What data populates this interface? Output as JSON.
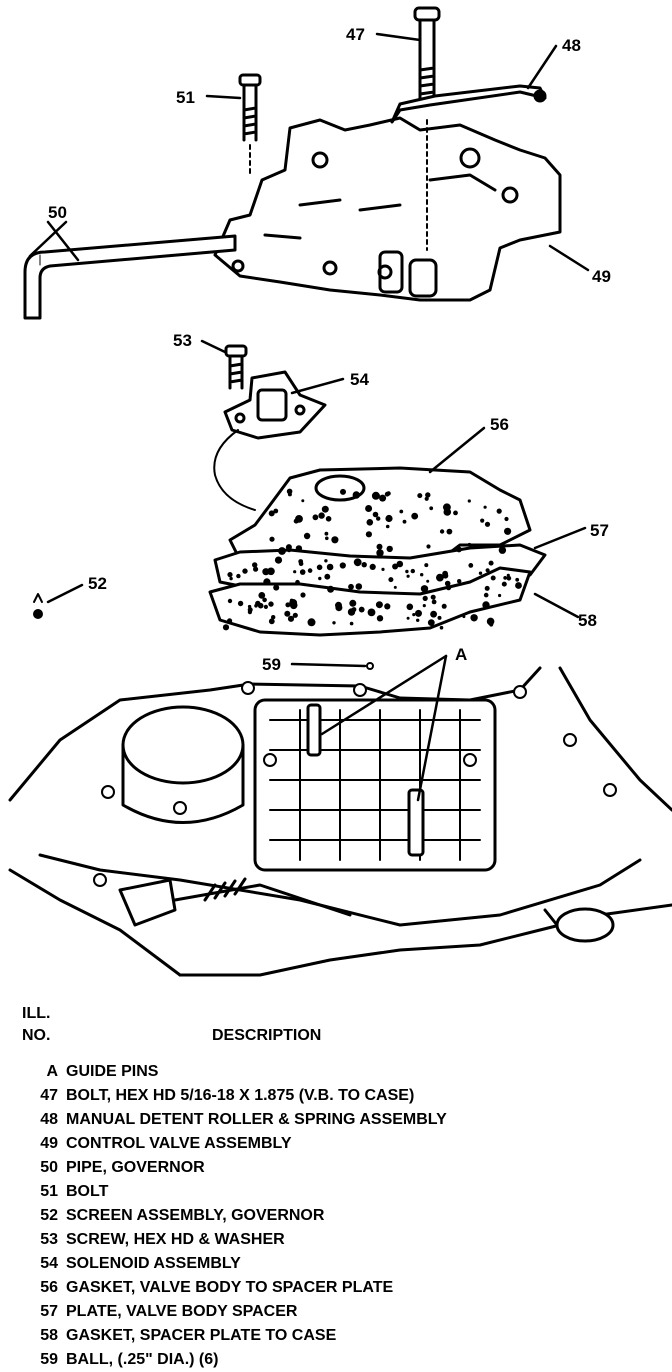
{
  "callouts": {
    "c47": "47",
    "c48": "48",
    "c51": "51",
    "c50": "50",
    "c49": "49",
    "c53": "53",
    "c54": "54",
    "c56": "56",
    "c57": "57",
    "c52": "52",
    "c58": "58",
    "c59": "59",
    "cA": "A"
  },
  "legend": {
    "ill": "ILL.",
    "no": "NO.",
    "description": "DESCRIPTION",
    "items": [
      {
        "no": "A",
        "desc": "GUIDE PINS"
      },
      {
        "no": "47",
        "desc": "BOLT, HEX HD 5/16-18 X 1.875 (V.B. TO CASE)"
      },
      {
        "no": "48",
        "desc": "MANUAL DETENT ROLLER & SPRING ASSEMBLY"
      },
      {
        "no": "49",
        "desc": "CONTROL VALVE ASSEMBLY"
      },
      {
        "no": "50",
        "desc": "PIPE, GOVERNOR"
      },
      {
        "no": "51",
        "desc": "BOLT"
      },
      {
        "no": "52",
        "desc": "SCREEN ASSEMBLY, GOVERNOR"
      },
      {
        "no": "53",
        "desc": "SCREW, HEX HD & WASHER"
      },
      {
        "no": "54",
        "desc": "SOLENOID ASSEMBLY"
      },
      {
        "no": "56",
        "desc": "GASKET, VALVE BODY TO SPACER PLATE"
      },
      {
        "no": "57",
        "desc": "PLATE, VALVE BODY SPACER"
      },
      {
        "no": "58",
        "desc": "GASKET, SPACER PLATE TO CASE"
      },
      {
        "no": "59",
        "desc": "BALL, (.25\" DIA.) (6)"
      }
    ]
  }
}
